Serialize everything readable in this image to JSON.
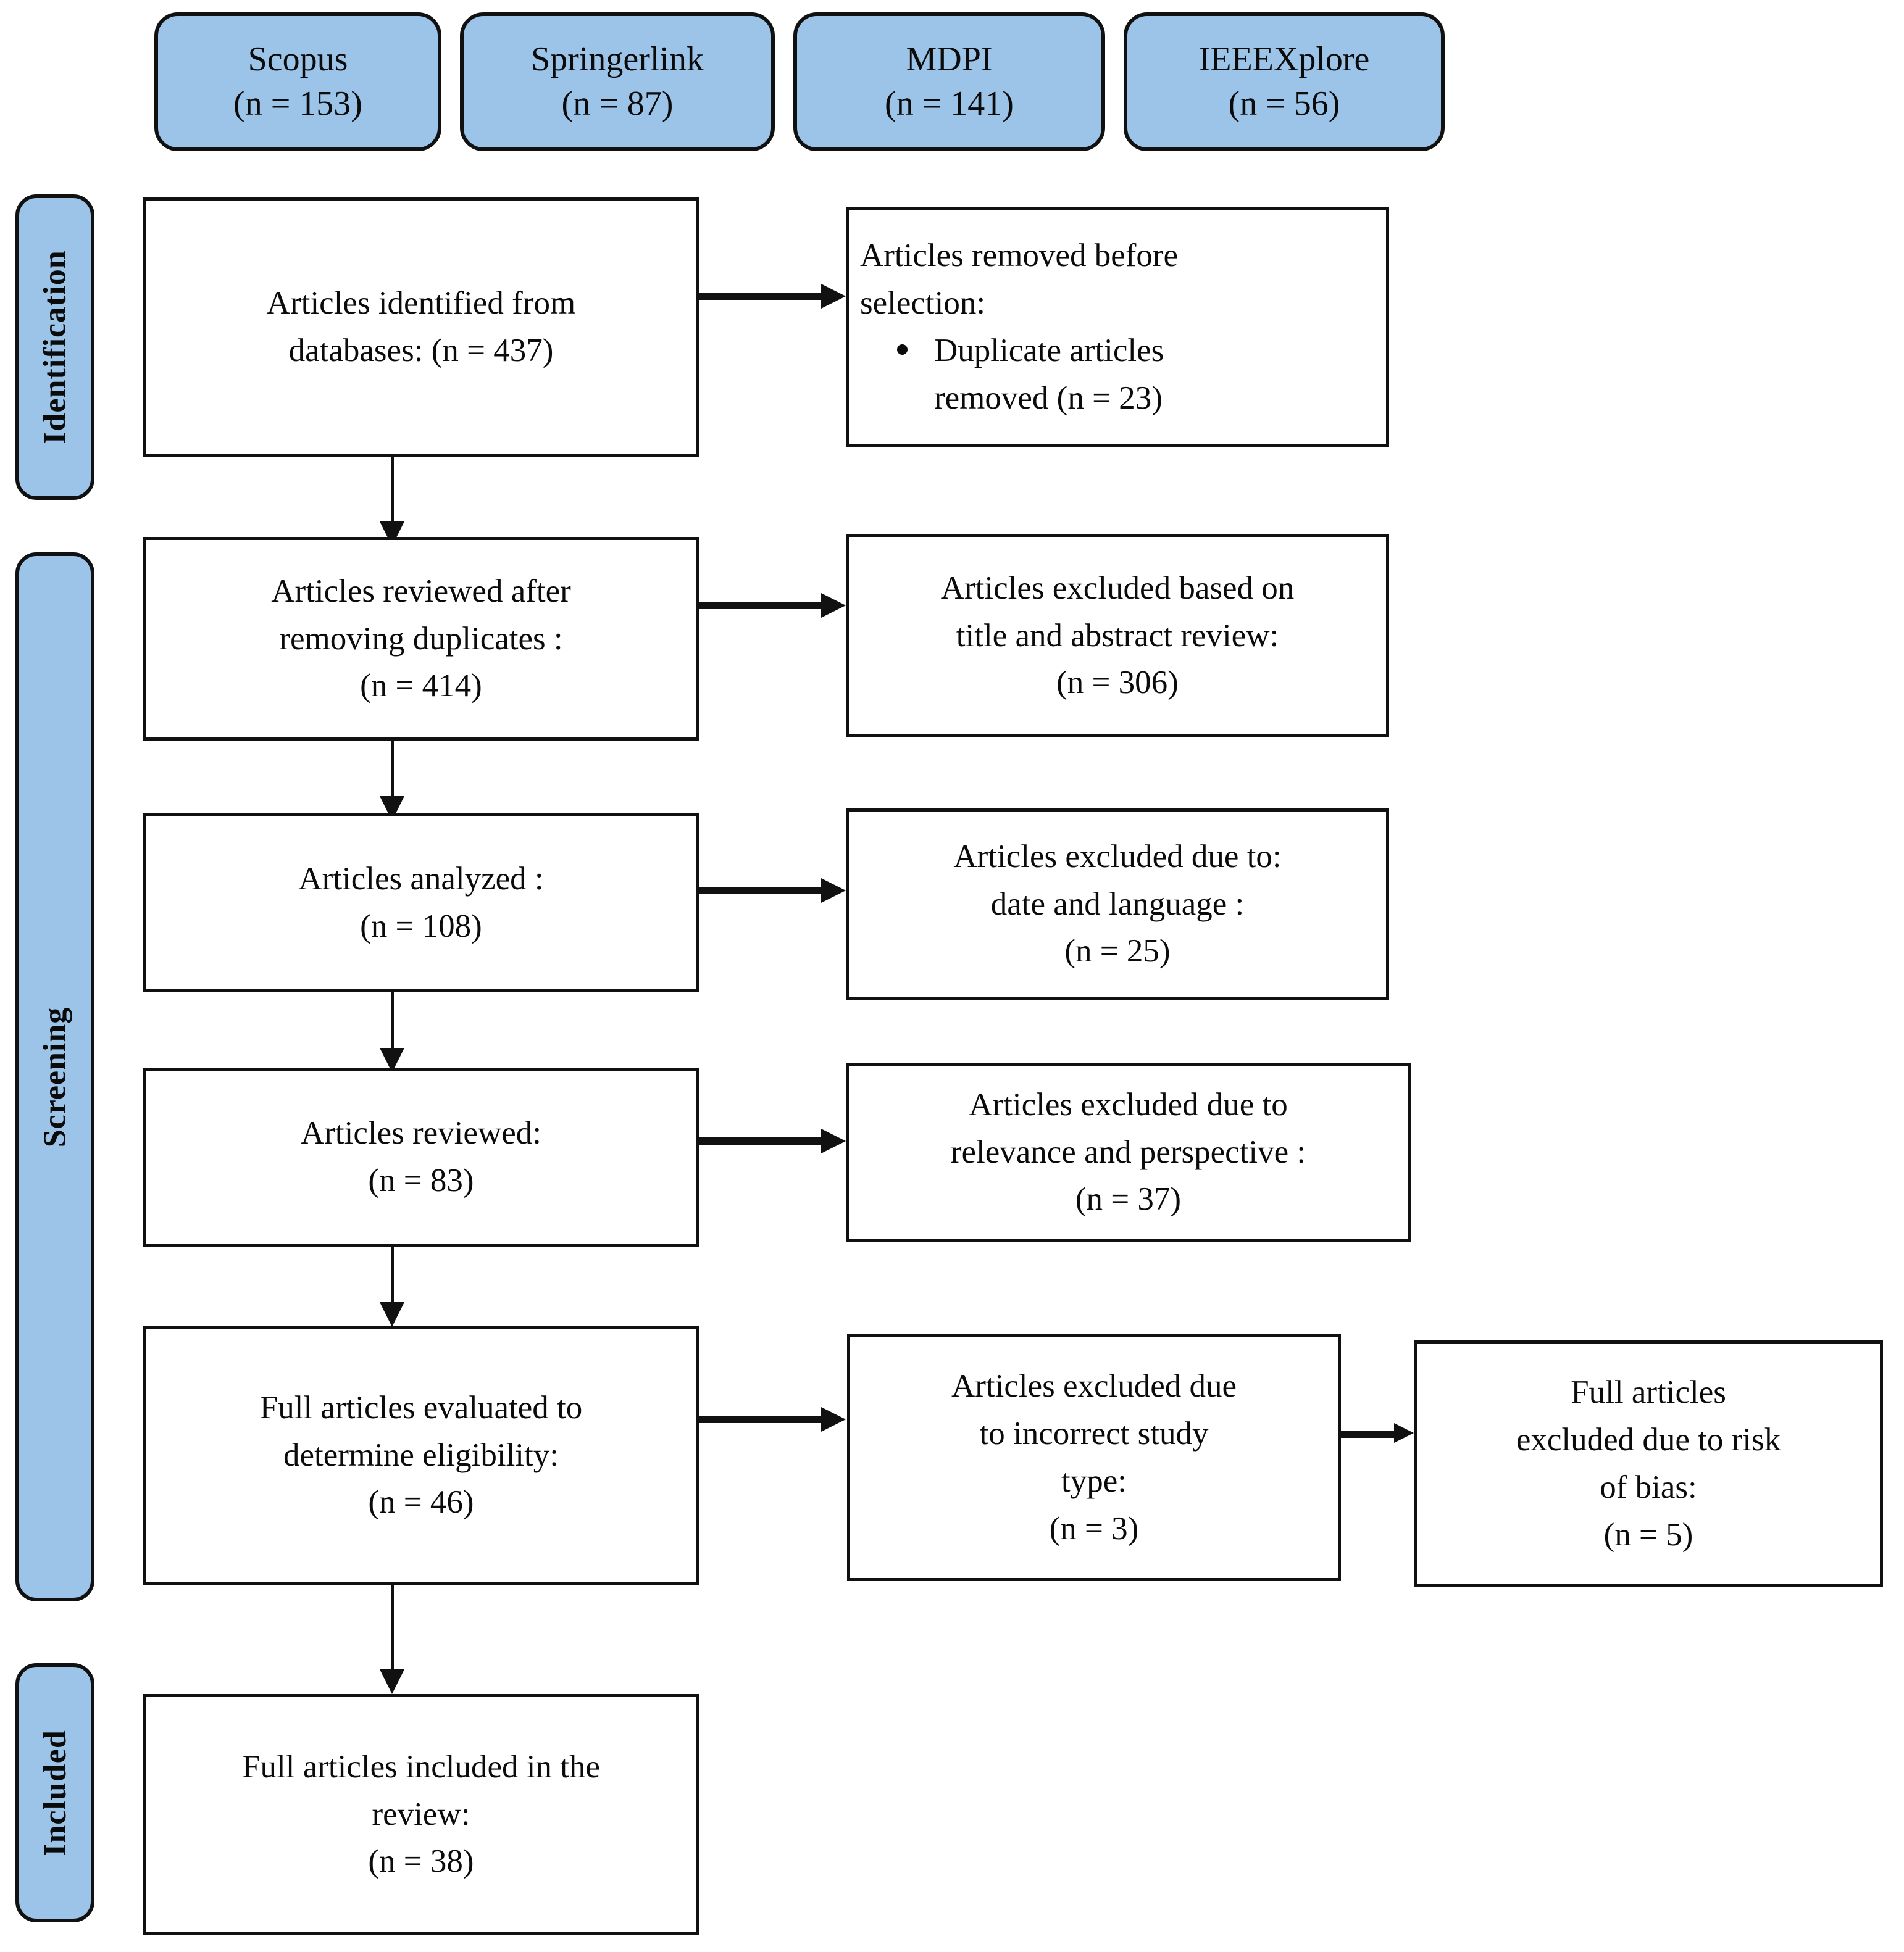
{
  "diagram": {
    "type": "prisma-flow-diagram",
    "sources": [
      {
        "name": "Scopus",
        "count": "(n = 153)"
      },
      {
        "name": "Springerlink",
        "count": "(n = 87)"
      },
      {
        "name": "MDPI",
        "count": "(n = 141)"
      },
      {
        "name": "IEEEXplore",
        "count": "(n = 56)"
      }
    ],
    "stages": [
      {
        "id": "identification",
        "label": "Identification"
      },
      {
        "id": "screening",
        "label": "Screening"
      },
      {
        "id": "included",
        "label": "Included"
      }
    ],
    "boxes": {
      "identified": {
        "line1": "Articles  identified  from",
        "line2": "databases: (n = 437)"
      },
      "removed_before_selection": {
        "line1": "Articles  removed  before",
        "line2": "selection:",
        "bullet1": "Duplicate  articles",
        "bullet1b": "removed  (n = 23)"
      },
      "reviewed_after_duplicates": {
        "line1": "Articles  reviewed  after",
        "line2": "removing  duplicates :",
        "line3": "(n = 414)"
      },
      "excluded_title_abstract": {
        "line1": "Articles  excluded  based  on",
        "line2": "title  and abstract  review:",
        "line3": "(n = 306)"
      },
      "analyzed": {
        "line1": "Articles  analyzed :",
        "line2": "(n = 108)"
      },
      "excluded_date_language": {
        "line1": "Articles  excluded  due to:",
        "line2": "date and language :",
        "line3": "(n = 25)"
      },
      "reviewed": {
        "line1": "Articles  reviewed:",
        "line2": "(n = 83)"
      },
      "excluded_relevance": {
        "line1": "Articles  excluded  due  to",
        "line2": "relevance  and  perspective  :",
        "line3": "(n = 37)"
      },
      "full_evaluated": {
        "line1": "Full  articles  evaluated  to",
        "line2": "determine  eligibility:",
        "line3": "(n = 46)"
      },
      "excluded_study_type": {
        "line1": "Articles  excluded  due",
        "line2": "to incorrect  study",
        "line3": "type:",
        "line4": "(n = 3)"
      },
      "excluded_risk_bias": {
        "line1": "Full  articles",
        "line2": "excluded  due to risk",
        "line3": "of bias:",
        "line4": "(n = 5)"
      },
      "included_final": {
        "line1": "Full  articles  included  in  the",
        "line2": "review:",
        "line3": "(n = 38)"
      }
    },
    "colors": {
      "pill_fill": "#9CC3E8",
      "stroke": "#111111",
      "box_fill": "#ffffff"
    }
  }
}
